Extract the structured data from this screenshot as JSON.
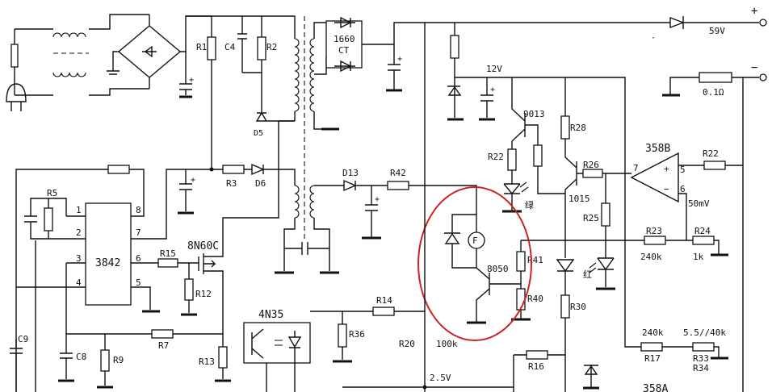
{
  "labels": {
    "r1": "R1",
    "c4": "C4",
    "r2": "R2",
    "ct_top": "1660",
    "ct_bottom": "CT",
    "v12": "12V",
    "out_pos": "+",
    "out_neg": "−",
    "v59": "59V",
    "r01": "0.1Ω",
    "q9013": "9013",
    "r28": "R28",
    "d5": "D5",
    "r5": "R5",
    "pin1": "1",
    "pin2": "2",
    "pin3": "3",
    "pin4": "4",
    "pin5": "5",
    "pin6": "6",
    "pin7": "7",
    "pin8": "8",
    "r3": "R3",
    "d6": "D6",
    "r22a": "R22",
    "r22b": "R22",
    "u358b": "358B",
    "r26": "R26",
    "d13": "D13",
    "r42": "R42",
    "q1015": "1015",
    "green": "绿",
    "op_pin7": "7",
    "op_pin5": "5",
    "op_pin6": "6",
    "v50mv": "50mV",
    "ic3842": "3842",
    "r15": "R15",
    "q8n60c": "8N60C",
    "fan": "F",
    "r41": "R41",
    "q8050": "8050",
    "r25": "R25",
    "r23": "R23",
    "r24": "R24",
    "k240a": "240k",
    "k1": "1k",
    "red": "红",
    "r12": "R12",
    "u4n35": "4N35",
    "r14": "R14",
    "r40": "R40",
    "r30": "R30",
    "r36": "R36",
    "c9": "C9",
    "r7": "R7",
    "r20": "R20",
    "k100": "100k",
    "k240b": "240k",
    "k5540": "5.5//40k",
    "r17": "R17",
    "r33": "R33",
    "c8": "C8",
    "r9": "R9",
    "r13": "R13",
    "r16": "R16",
    "r34": "R34",
    "v25": "2.5V",
    "u358a": "358A"
  },
  "colors": {
    "wire": "#111111",
    "highlight_circle": "#cc2222"
  }
}
